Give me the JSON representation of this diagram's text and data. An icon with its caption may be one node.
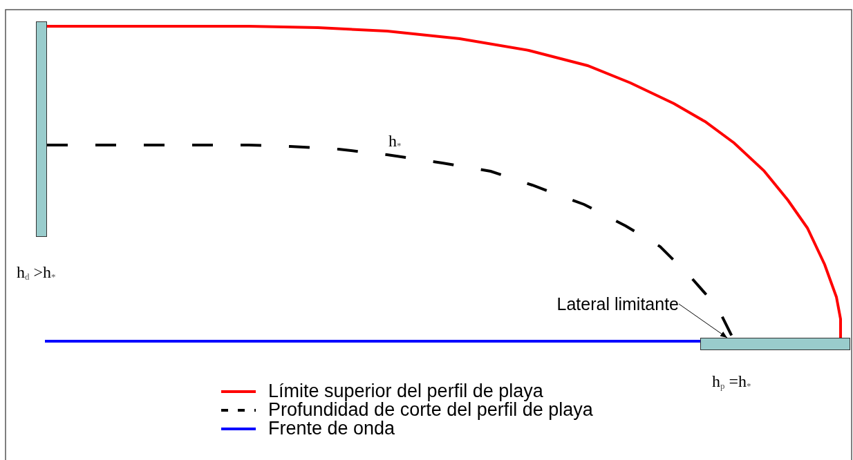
{
  "diagram": {
    "nodes": [
      {
        "text": [],
        "shape": "bar",
        "beside": [
          "h$_{d}$ >h$_{*}$"
        ]
      },
      {
        "text": [],
        "shape": "bar",
        "beside": [
          "h$_{p}$ =h$_{*}$"
        ]
      },
      {
        "text": [
          "Lateral limitante"
        ]
      }
    ],
    "edges": [
      {
        "from": 0,
        "to": 1,
        "arrow": "none",
        "color": "#ff0000"
      },
      {
        "from": 0,
        "to": 1,
        "arrow": "none",
        "style": "dashed",
        "label": "h$_{*}$"
      },
      {
        "from": null,
        "to": 1,
        "arrow": "none",
        "color": "#0000ff"
      },
      {
        "from": 2,
        "to": 1,
        "arrow": "to"
      }
    ],
    "legend": [
      {
        "text": "Límite superior del perfil de playa"
      },
      {
        "text": "Profundidad de corte del perfil de playa"
      },
      {
        "text": "Frente de onda"
      }
    ]
  }
}
